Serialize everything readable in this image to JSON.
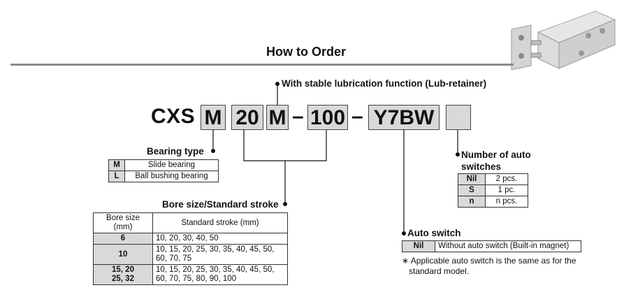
{
  "title": "How to Order",
  "model_code": {
    "prefix": "CXS",
    "boxes": [
      "M",
      "20",
      "M",
      "100",
      "Y7BW",
      ""
    ],
    "dash": "–"
  },
  "lubrication_label": "With stable lubrication function (Lub-retainer)",
  "bearing": {
    "label": "Bearing type",
    "rows": [
      {
        "code": "M",
        "desc": "Slide bearing"
      },
      {
        "code": "L",
        "desc": "Ball bushing bearing"
      }
    ]
  },
  "bore": {
    "label": "Bore size/Standard stroke",
    "headers": [
      "Bore size (mm)",
      "Standard stroke (mm)"
    ],
    "rows": [
      {
        "bore": "6",
        "stroke": [
          "10, 20, 30, 40, 50"
        ]
      },
      {
        "bore": "10",
        "stroke": [
          "10, 15, 20, 25, 30, 35, 40, 45, 50,",
          "60, 70, 75"
        ]
      },
      {
        "bore": [
          "15, 20",
          "25, 32"
        ],
        "stroke": [
          "10, 15, 20, 25, 30, 35, 40, 45, 50,",
          "60, 70, 75, 80, 90, 100"
        ]
      }
    ]
  },
  "switches": {
    "label_line1": "Number of auto",
    "label_line2": "switches",
    "rows": [
      {
        "code": "Nil",
        "desc": "2 pcs."
      },
      {
        "code": "S",
        "desc": "1 pc."
      },
      {
        "code": "n",
        "desc": "n pcs."
      }
    ]
  },
  "auto_switch": {
    "label": "Auto switch",
    "rows": [
      {
        "code": "Nil",
        "desc": "Without auto switch (Built-in magnet)"
      }
    ],
    "note_line1": "∗ Applicable auto switch is the same as for the",
    "note_line2": "standard model."
  }
}
